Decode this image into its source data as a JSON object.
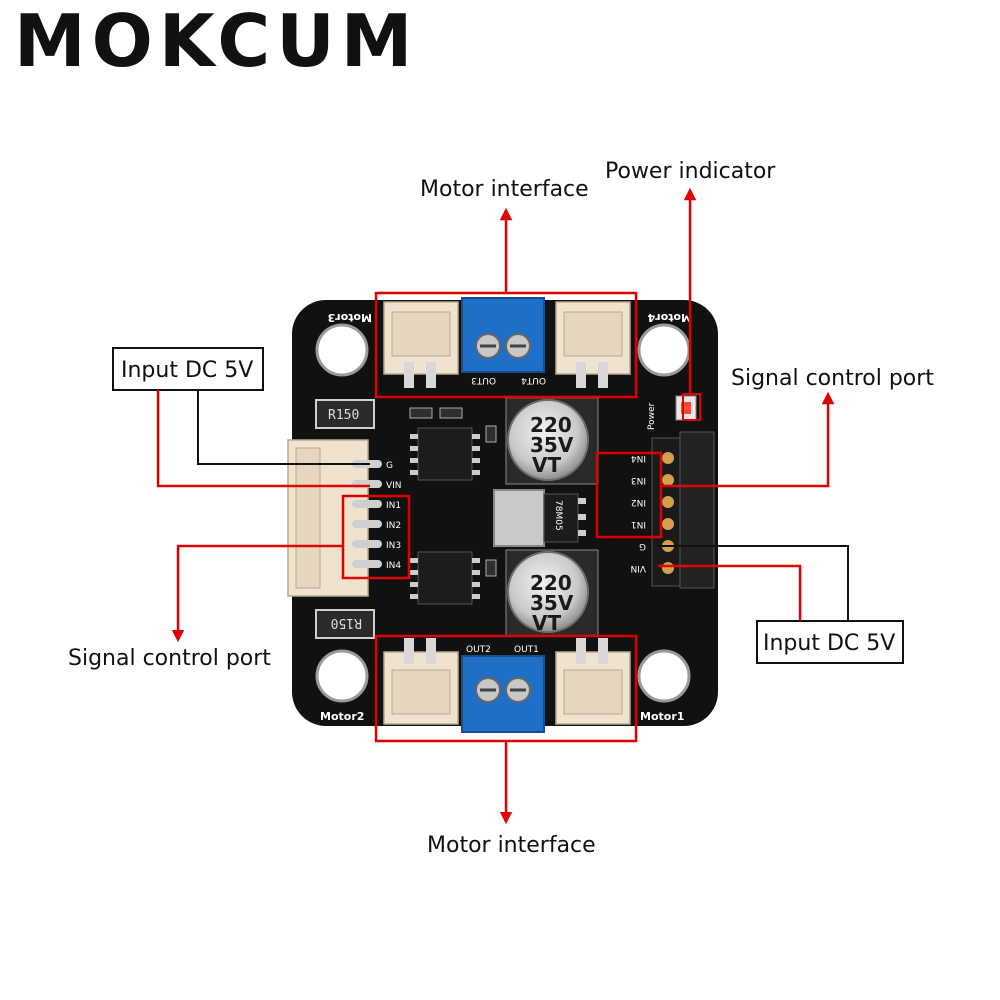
{
  "brand": "MOKCUM",
  "labels": {
    "motor_interface_top": "Motor interface",
    "power_indicator": "Power indicator",
    "signal_port_right": "Signal control port",
    "input_dc_left": "Input DC 5V",
    "signal_port_left": "Signal control port",
    "input_dc_right": "Input DC 5V",
    "motor_interface_bottom": "Motor interface"
  },
  "board": {
    "motor1": "Motor1",
    "motor2": "Motor2",
    "motor3": "Motor3",
    "motor4": "Motor4",
    "out1": "OUT1",
    "out2": "OUT2",
    "out3": "OUT3",
    "out4": "OUT4",
    "power": "Power",
    "resistor": "R150",
    "cap_value": "220",
    "cap_voltage": "35V",
    "cap_series": "VT",
    "regulator": "78M05",
    "left_pins": [
      "G",
      "VIN",
      "IN1",
      "IN2",
      "IN3",
      "IN4"
    ],
    "right_pins": [
      "IN4",
      "IN3",
      "IN2",
      "IN1",
      "G",
      "VIN"
    ]
  },
  "colors": {
    "annotation": "#e00000",
    "pcb": "#111111",
    "terminal": "#1f6fc8",
    "connector": "#efe3cf"
  }
}
